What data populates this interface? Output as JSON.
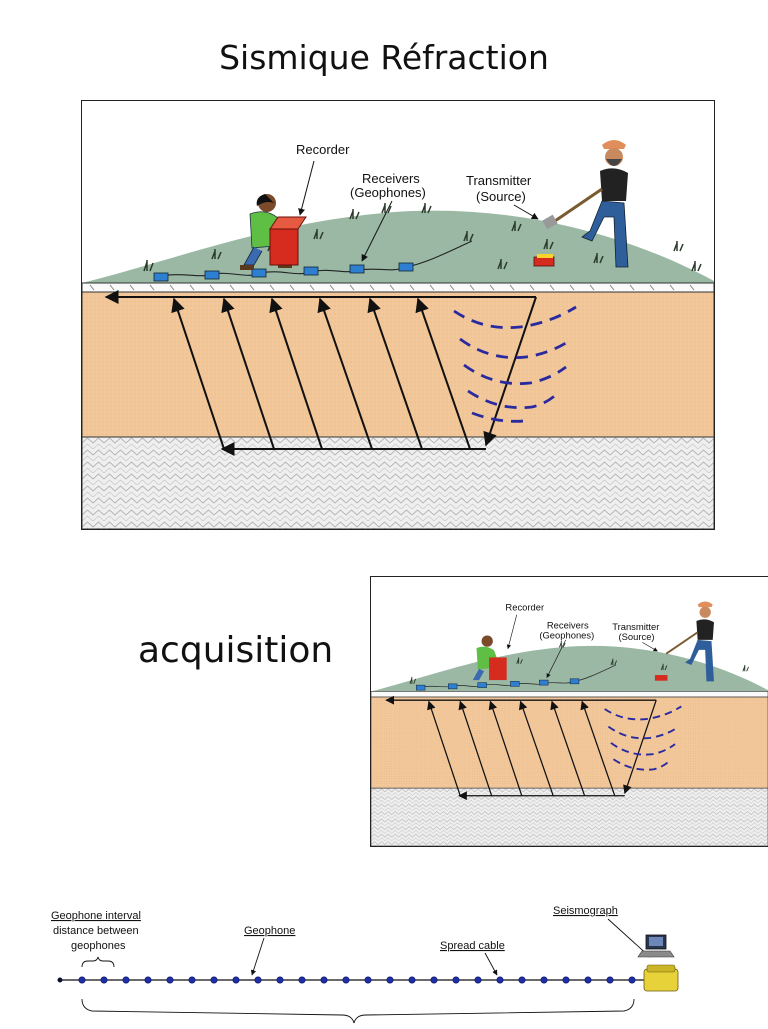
{
  "page": {
    "title": "Sismique Réfraction",
    "section_label": "acquisition"
  },
  "diagram": {
    "labels": {
      "recorder": "Recorder",
      "receivers_line1": "Receivers",
      "receivers_line2": "(Geophones)",
      "transmitter_line1": "Transmitter",
      "transmitter_line2": "(Source)"
    },
    "colors": {
      "hill": "#9ab8a4",
      "layer": "#f2c79a",
      "bedrock": "#ececec",
      "geophone": "#2f7fd1",
      "source_box": "#d62b1f",
      "wave": "#2a2aa0"
    }
  },
  "spread": {
    "labels": {
      "interval_line1": "Geophone interval",
      "interval_line2": "distance between",
      "interval_line3": "geophones",
      "geophone": "Geophone",
      "spread_cable": "Spread cable",
      "seismograph": "Seismograph"
    }
  }
}
